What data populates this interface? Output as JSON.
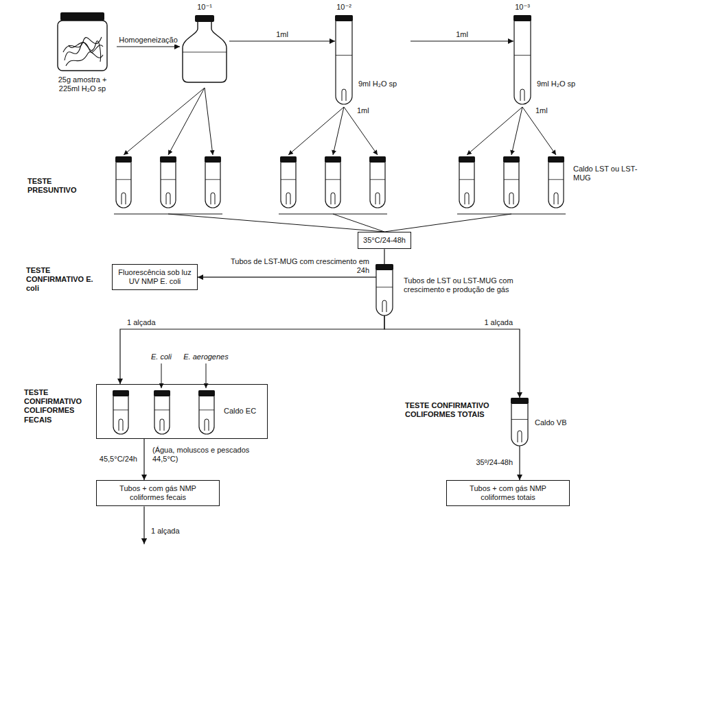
{
  "diagram": {
    "nodes": [
      {
        "text": [
          "25g amostra + 225ml H₂O sp"
        ]
      },
      {
        "text": [
          "10⁻¹"
        ]
      },
      {
        "text": [
          "10⁻²",
          "9ml H₂O sp"
        ]
      },
      {
        "text": [
          "10⁻³",
          "9ml H₂O sp"
        ]
      },
      {
        "text": [
          "35°C/24-48h"
        ]
      },
      {
        "text": [
          "Tubos de LST ou LST-MUG com crescimento e produção de gás"
        ]
      },
      {
        "text": [
          "Fluorescência sob luz UV NMP E. coli"
        ]
      },
      {
        "text": [
          "Caldo EC"
        ]
      },
      {
        "text": [
          "Tubos + com gás NMP coliformes fecais"
        ]
      },
      {
        "text": [
          "Caldo VB"
        ]
      },
      {
        "text": [
          "Tubos + com gás NMP coliformes totais"
        ]
      }
    ],
    "edges": [
      {
        "from": 0,
        "to": 1,
        "arrow": "to",
        "label": "Homogeneização"
      },
      {
        "from": 1,
        "to": 2,
        "arrow": "to",
        "label": "1ml"
      },
      {
        "from": 2,
        "to": 3,
        "arrow": "to",
        "label": "1ml"
      },
      {
        "from": 4,
        "to": 5,
        "arrow": "none"
      },
      {
        "from": 5,
        "to": 6,
        "arrow": "to",
        "label": "Tubos de LST-MUG com crescimento em 24h"
      },
      {
        "from": 5,
        "to": 7,
        "arrow": "to",
        "label": "1 alçada"
      },
      {
        "from": 5,
        "to": 9,
        "arrow": "to",
        "label": "1 alçada"
      },
      {
        "from": 7,
        "to": 8,
        "arrow": "to",
        "label": "45,5°C/24h"
      },
      {
        "from": 9,
        "to": 10,
        "arrow": "to",
        "label": "35º/24-48h"
      }
    ],
    "labels": [
      "TESTE PRESUNTIVO",
      "Caldo LST ou LST-MUG",
      "1ml",
      "1ml",
      "TESTE CONFIRMATIVO E. coli",
      "E. coli",
      "E. aerogenes",
      "TESTE CONFIRMATIVO COLIFORMES FECAIS",
      "(Água, moluscos e pescados 44,5°C)",
      "1 alçada",
      "TESTE CONFIRMATIVO COLIFORMES TOTAIS"
    ]
  }
}
